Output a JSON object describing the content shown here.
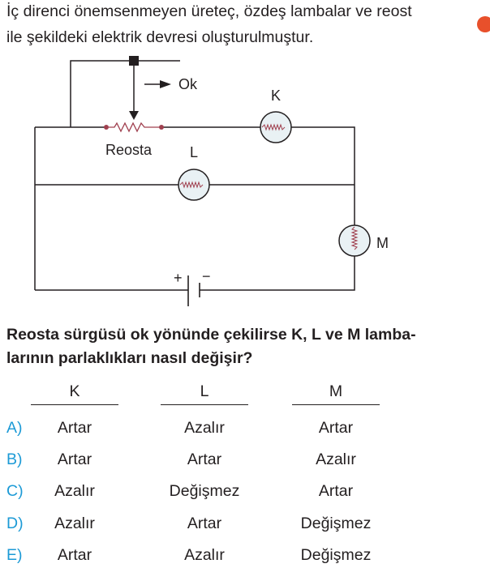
{
  "intro": {
    "line1": "İç direnci önemsenmeyen üreteç, özdeş lambalar ve reost",
    "line2": "ile şekildeki elektrik devresi oluşturulmuştur."
  },
  "circuit": {
    "arrow_label": "Ok",
    "rheostat_label": "Reosta",
    "lamp_k": "K",
    "lamp_l": "L",
    "lamp_m": "M",
    "plus": "+",
    "minus": "−"
  },
  "question": {
    "line1": "Reosta sürgüsü ok yönünde çekilirse K, L ve M lamba-",
    "line2": "larının parlaklıkları nasıl değişir?"
  },
  "table": {
    "headers": [
      "K",
      "L",
      "M"
    ],
    "rows": [
      {
        "letter": "A)",
        "k": "Artar",
        "l": "Azalır",
        "m": "Artar"
      },
      {
        "letter": "B)",
        "k": "Artar",
        "l": "Artar",
        "m": "Azalır"
      },
      {
        "letter": "C)",
        "k": "Azalır",
        "l": "Değişmez",
        "m": "Artar"
      },
      {
        "letter": "D)",
        "k": "Azalır",
        "l": "Artar",
        "m": "Değişmez"
      },
      {
        "letter": "E)",
        "k": "Artar",
        "l": "Azalır",
        "m": "Değişmez"
      }
    ]
  },
  "colors": {
    "option_letter": "#1c9ad6",
    "resistor": "#a0404f"
  }
}
